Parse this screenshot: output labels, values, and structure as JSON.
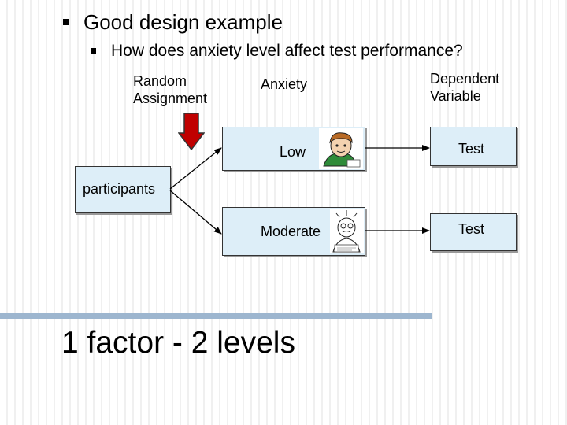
{
  "slide": {
    "heading": "Good design example",
    "question": "How does anxiety level affect test performance?"
  },
  "diagram": {
    "random_assignment": [
      "Random",
      "Assignment"
    ],
    "factor_label": "Anxiety",
    "dv_label": [
      "Dependent",
      "Variable"
    ],
    "participants": "participants",
    "levels": [
      "Low",
      "Moderate"
    ],
    "outcomes": [
      "Test",
      "Test"
    ],
    "arrow_color": "#c00000"
  },
  "footer": {
    "summary": "1 factor - 2 levels"
  }
}
